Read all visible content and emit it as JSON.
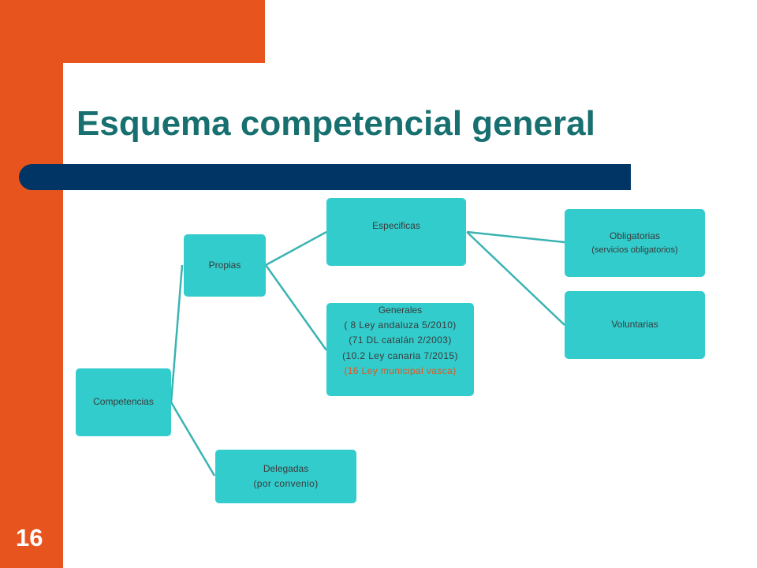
{
  "slide": {
    "title": "Esquema competencial general",
    "page_number": "16"
  },
  "colors": {
    "orange": "#e8541e",
    "navy": "#003566",
    "teal_title": "#17706f",
    "node_fill": "#33cccc",
    "connector": "#3bb3b3"
  },
  "diagram": {
    "competencias": {
      "label": "Competencias"
    },
    "propias": {
      "label": "Propias"
    },
    "delegadas": {
      "label": "Delegadas",
      "sub": "(por convenio)"
    },
    "especificas": {
      "label": "Especificas"
    },
    "generales": {
      "label": "Generales",
      "lines": [
        "( 8 Ley andaluza 5/2010)",
        "(71 DL catalán 2/2003)",
        "(10.2 Ley canaria 7/2015)"
      ],
      "accent_line": "(16 Ley municipal vasca)"
    },
    "obligatorias": {
      "label": "Obligatorias",
      "sub": "(servicios obligatorios)"
    },
    "voluntarias": {
      "label": "Voluntarias"
    }
  }
}
